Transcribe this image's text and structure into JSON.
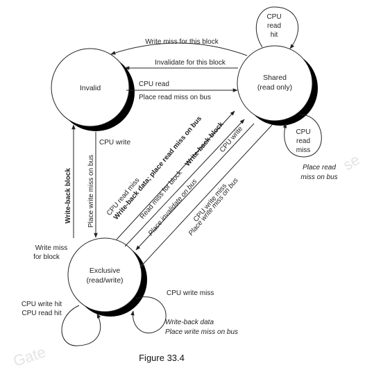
{
  "states": {
    "invalid": "Invalid",
    "shared": [
      "Shared",
      "(read only)"
    ],
    "exclusive": [
      "Exclusive",
      "(read/write)"
    ]
  },
  "edges": {
    "shared_to_invalid_top": "Write miss for this block",
    "shared_to_invalid_2": "Invalidate for this block",
    "invalid_to_shared_1": "CPU read",
    "invalid_to_shared_2": "Place read miss on bus",
    "shared_self_top": [
      "CPU",
      "read",
      "hit"
    ],
    "shared_self_right": [
      "CPU",
      "read",
      "miss"
    ],
    "shared_self_right_action": [
      "Place read",
      "miss on bus"
    ],
    "invalid_to_exclusive_1": "CPU write",
    "invalid_to_exclusive_2": "Place write miss on bus",
    "exclusive_to_invalid_1": "Write-back block",
    "exclusive_to_invalid_2": [
      "Write miss",
      "for block"
    ],
    "exclusive_to_shared_readmiss_1": "CPU read miss",
    "exclusive_to_shared_readmiss_2": "Write-back data; place read miss on bus",
    "exclusive_to_shared_block_1": "Read miss for block",
    "exclusive_to_shared_block_2": "Write-back block",
    "shared_to_exclusive_write_1": "CPU write",
    "shared_to_exclusive_write_2": "Place invalidate on bus",
    "shared_to_exclusive_writemiss_1": "CPU write miss",
    "shared_to_exclusive_writemiss_2": "Place write miss on bus",
    "exclusive_self_left": [
      "CPU write hit",
      "CPU read hit"
    ],
    "exclusive_self_right_1": "CPU write miss",
    "exclusive_self_right_2": [
      "Write-back data",
      "Place write miss on bus"
    ]
  },
  "watermarks": [
    "Gate",
    "se"
  ],
  "caption": "Figure 33.4"
}
